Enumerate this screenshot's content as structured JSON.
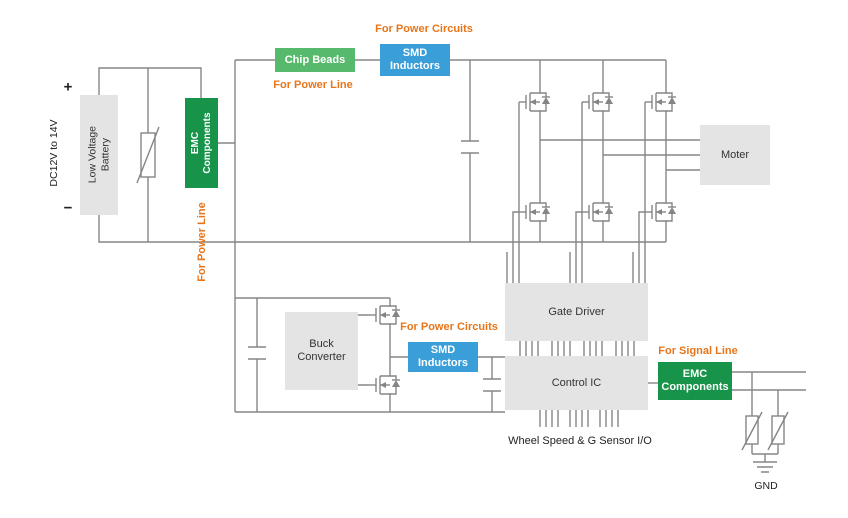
{
  "colors": {
    "emc_green": "#18944a",
    "chip_bead_green": "#57b96b",
    "smd_blue": "#3a9ed8",
    "accent_orange": "#e8751a",
    "component_gray": "#e4e4e4",
    "wire_gray": "#858585"
  },
  "power_input": {
    "voltage_label": "DC12V to 14V",
    "plus": "+",
    "minus": "−",
    "battery_label": "Low Voltage Battery"
  },
  "power_line": {
    "emc_label": "EMC Components",
    "tag": "For Power Line"
  },
  "top_path": {
    "chip_beads_label": "Chip Beads",
    "chip_beads_tag": "For Power Line",
    "smd_label": "SMD Inductors",
    "smd_tag": "For Power Circuits"
  },
  "inverter": {
    "motor_label": "Moter"
  },
  "buck": {
    "label": "Buck Converter",
    "smd_label": "SMD Inductors",
    "smd_tag": "For Power Circuits"
  },
  "control": {
    "gate_driver_label": "Gate Driver",
    "control_ic_label": "Control IC",
    "io_label": "Wheel Speed & G Sensor I/O"
  },
  "signal_line": {
    "emc_label": "EMC Components",
    "tag": "For Signal Line",
    "gnd_label": "GND"
  }
}
